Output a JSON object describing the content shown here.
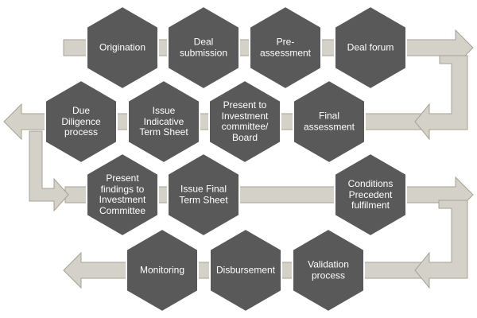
{
  "colors": {
    "hexagon": "#595959",
    "hexagon_border": "#ffffff",
    "arrow_fill": "#d4d2c8",
    "arrow_stroke": "#a5a292",
    "label_text": "#ffffff"
  },
  "rows": [
    {
      "direction": "right",
      "steps": [
        {
          "id": "origination",
          "lines": [
            "Origination"
          ]
        },
        {
          "id": "deal-submission",
          "lines": [
            "Deal",
            "submission"
          ]
        },
        {
          "id": "pre-assessment",
          "lines": [
            "Pre-",
            "assessment"
          ]
        },
        {
          "id": "deal-forum",
          "lines": [
            "Deal forum"
          ]
        }
      ]
    },
    {
      "direction": "left",
      "steps": [
        {
          "id": "due-diligence",
          "lines": [
            "Due",
            "Diligence",
            "process"
          ]
        },
        {
          "id": "issue-indicative-term-sheet",
          "lines": [
            "Issue",
            "Indicative",
            "Term Sheet"
          ]
        },
        {
          "id": "present-to-investment-committee",
          "lines": [
            "Present to",
            "Investment",
            "committee/",
            "Board"
          ]
        },
        {
          "id": "final-assessment",
          "lines": [
            "Final",
            "assessment"
          ]
        }
      ]
    },
    {
      "direction": "right",
      "steps": [
        {
          "id": "present-findings",
          "lines": [
            "Present",
            "findings to",
            "Investment",
            "Committee"
          ]
        },
        {
          "id": "issue-final-term-sheet",
          "lines": [
            "Issue Final",
            "Term Sheet"
          ]
        },
        {
          "id": "conditions-precedent",
          "lines": [
            "Conditions",
            "Precedent",
            "fulfilment"
          ]
        }
      ]
    },
    {
      "direction": "left",
      "steps": [
        {
          "id": "monitoring",
          "lines": [
            "Monitoring"
          ]
        },
        {
          "id": "disbursement",
          "lines": [
            "Disbursement"
          ]
        },
        {
          "id": "validation-process",
          "lines": [
            "Validation",
            "process"
          ]
        }
      ]
    }
  ]
}
